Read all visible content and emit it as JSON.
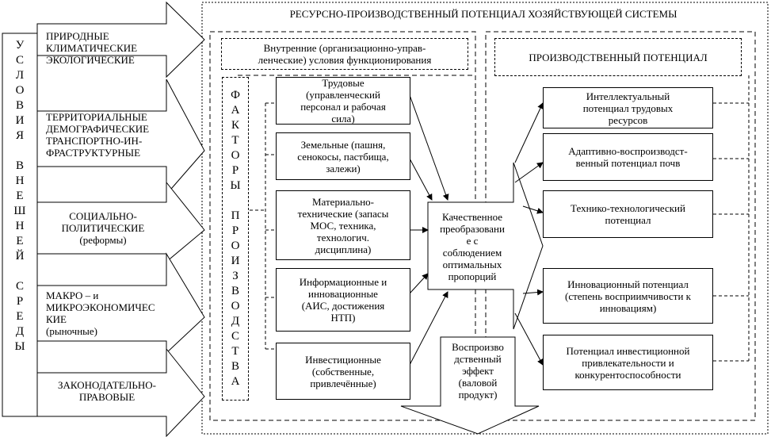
{
  "title": "РЕСУРСНО-ПРОИЗВОДСТВЕННЫЙ ПОТЕНЦИАЛ ХОЗЯЙСТВУЮЩЕЙ СИСТЕМЫ",
  "external_env_label": "УСЛОВИЯ ВНЕШНЕЙ СРЕДЫ",
  "external_conditions": [
    "ПРИРОДНЫЕ\nКЛИМАТИЧЕСКИЕ\nЭКОЛОГИЧЕСКИЕ",
    "ТЕРРИТОРИАЛЬНЫЕ\nДЕМОГРАФИЧЕСКИЕ\nТРАНСПОРТНО-ИН-\nФРАСТРУКТУРНЫЕ",
    "СОЦИАЛЬНО-\nПОЛИТИЧЕСКИЕ\n(реформы)",
    "МАКРО – и\nМИКРОЭКОНОМИЧЕС\nКИЕ\n(рыночные)",
    "ЗАКОНОДАТЕЛЬНО-\nПРАВОВЫЕ"
  ],
  "internal_conditions": "Внутренние (организационно-управ-\nленческие) условия функционирования",
  "factors_label": "ФАКТОРЫ ПРОИЗВОДСТВА",
  "factors": [
    "Трудовые\n(управленческий\nперсонал и рабочая\nсила)",
    "Земельные (пашня,\nсенокосы, пастбища,\nзалежи)",
    "Материально-\nтехнические (запасы\nМОС, техника,\nтехнологич.\nдисциплина)",
    "Информационные и\nинновационные\n(АИС, достижения\nНТП)",
    "Инвестиционные\n(собственные,\nпривлечённые)"
  ],
  "transformation": "Качественное\nпреобразовани\nе с\nсоблюдением\nоптимальных\nпропорций",
  "reproductive_effect": "Воспроизво\nдственный\nэффект\n(валовой\nпродукт)",
  "production_potential_title": "ПРОИЗВОДСТВЕННЫЙ ПОТЕНЦИАЛ",
  "potentials": [
    "Интеллектуальный\nпотенциал трудовых\nресурсов",
    "Адаптивно-воспроизводст-\nвенный потенциал почв",
    "Технико-технологический\nпотенциал",
    "Инновационный потенциал\n(степень восприимчивости к\nинновациям)",
    "Потенциал инвестиционной\nпривлекательности и\nконкурентоспособности"
  ]
}
